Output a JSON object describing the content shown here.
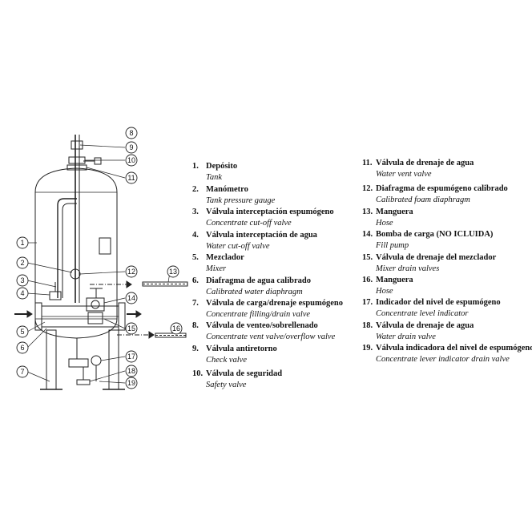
{
  "callouts": [
    "1",
    "2",
    "3",
    "4",
    "5",
    "6",
    "7",
    "8",
    "9",
    "10",
    "11",
    "12",
    "13",
    "14",
    "15",
    "16",
    "17",
    "18",
    "19"
  ],
  "legend": [
    {
      "num": "1.",
      "es": "Depósito",
      "en": "Tank"
    },
    {
      "num": "2.",
      "es": "Manómetro",
      "en": "Tank pressure gauge"
    },
    {
      "num": "3.",
      "es": "Válvula interceptación espumógeno",
      "en": "Concentrate cut-off valve"
    },
    {
      "num": "4.",
      "es": "Válvula interceptación de agua",
      "en": "Water cut-off valve"
    },
    {
      "num": "5.",
      "es": "Mezclador",
      "en": "Mixer"
    },
    {
      "num": "6.",
      "es": "Diafragma de agua calibrado",
      "en": "Calibrated water diaphragm"
    },
    {
      "num": "7.",
      "es": "Válvula de carga/drenaje espumógeno",
      "en": "Concentrate filling/drain valve"
    },
    {
      "num": "8.",
      "es": "Válvula de venteo/sobrellenado",
      "en": "Concentrate vent valve/overflow valve"
    },
    {
      "num": "9.",
      "es": "Válvula antiretorno",
      "en": "Check valve"
    },
    {
      "num": "10.",
      "es": "Válvula de seguridad",
      "en": "Safety valve"
    },
    {
      "num": "11.",
      "es": "Válvula de drenaje de agua",
      "en": "Water vent valve"
    },
    {
      "num": "12.",
      "es": "Diafragma de espumógeno calibrado",
      "en": "Calibrated foam diaphragm"
    },
    {
      "num": "13.",
      "es": "Manguera",
      "en": "Hose"
    },
    {
      "num": "14.",
      "es": "Bomba de carga (NO ICLUIDA)",
      "en": "Fill pump"
    },
    {
      "num": "15.",
      "es": "Válvula de drenaje del mezclador",
      "en": "Mixer drain valves"
    },
    {
      "num": "16.",
      "es": "Manguera",
      "en": "Hose"
    },
    {
      "num": "17.",
      "es": "Indicador del nivel de espumógeno",
      "en": "Concentrate level indicator"
    },
    {
      "num": "18.",
      "es": "Válvula de drenaje de agua",
      "en": "Water drain valve"
    },
    {
      "num": "19.",
      "es": "Válvula indicadora del nivel de espumógeno",
      "en": "Concentrate lever indicator drain valve"
    }
  ]
}
